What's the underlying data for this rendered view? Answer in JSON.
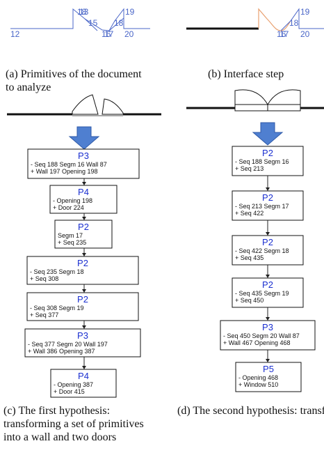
{
  "panel_a": {
    "labels": [
      "18",
      "13",
      "15",
      "16",
      "17",
      "18",
      "19",
      "12",
      "20"
    ],
    "caption": "(a) Primitives of the document to analyze"
  },
  "panel_b": {
    "labels": [
      "19",
      "18",
      "16",
      "17",
      "20"
    ],
    "caption": "(b) Interface step"
  },
  "panel_c": {
    "caption": "(c) The first hypothesis: transforming a set of primitives into a wall and two doors",
    "nodes": [
      {
        "title": "P3",
        "lines": [
          "- Seq 188 Segm 16 Wall 87",
          "+ Wall 197 Opening 198"
        ]
      },
      {
        "title": "P4",
        "lines": [
          "- Opening 198",
          "+ Door 224"
        ]
      },
      {
        "title": "P2",
        "lines": [
          "Segm 17",
          "+ Seq 235"
        ]
      },
      {
        "title": "P2",
        "lines": [
          "- Seq 235 Segm 18",
          "+ Seq 308"
        ]
      },
      {
        "title": "P2",
        "lines": [
          "- Seq 308 Segm 19",
          "+ Seq 377"
        ]
      },
      {
        "title": "P3",
        "lines": [
          "- Seq 377 Segm 20 Wall 197",
          "+ Wall 386 Opening 387"
        ]
      },
      {
        "title": "P4",
        "lines": [
          "- Opening 387",
          "+ Door 415"
        ]
      }
    ]
  },
  "panel_d": {
    "caption": "(d) The second hypothesis: transforming a set of primitives into a wall and a window",
    "nodes": [
      {
        "title": "P2",
        "lines": [
          "- Seq 188 Segm 16",
          "+ Seq 213"
        ]
      },
      {
        "title": "P2",
        "lines": [
          "- Seq 213 Segm 17",
          "+ Seq 422"
        ]
      },
      {
        "title": "P2",
        "lines": [
          "- Seq 422 Segm 18",
          "+ Seq 435"
        ]
      },
      {
        "title": "P2",
        "lines": [
          "- Seq 435 Segm 19",
          "+ Seq 450"
        ]
      },
      {
        "title": "P3",
        "lines": [
          "- Seq 450 Segm 20 Wall 87",
          "+ Wall 467 Opening 468"
        ]
      },
      {
        "title": "P5",
        "lines": [
          "- Opening 468",
          "+ Window 510"
        ]
      }
    ]
  },
  "colors": {
    "primitive_line": "#4a66c8",
    "interface_curve": "#e8a070",
    "arrow_fill": "#4f7fd0",
    "title_text": "#1a2fd0"
  }
}
